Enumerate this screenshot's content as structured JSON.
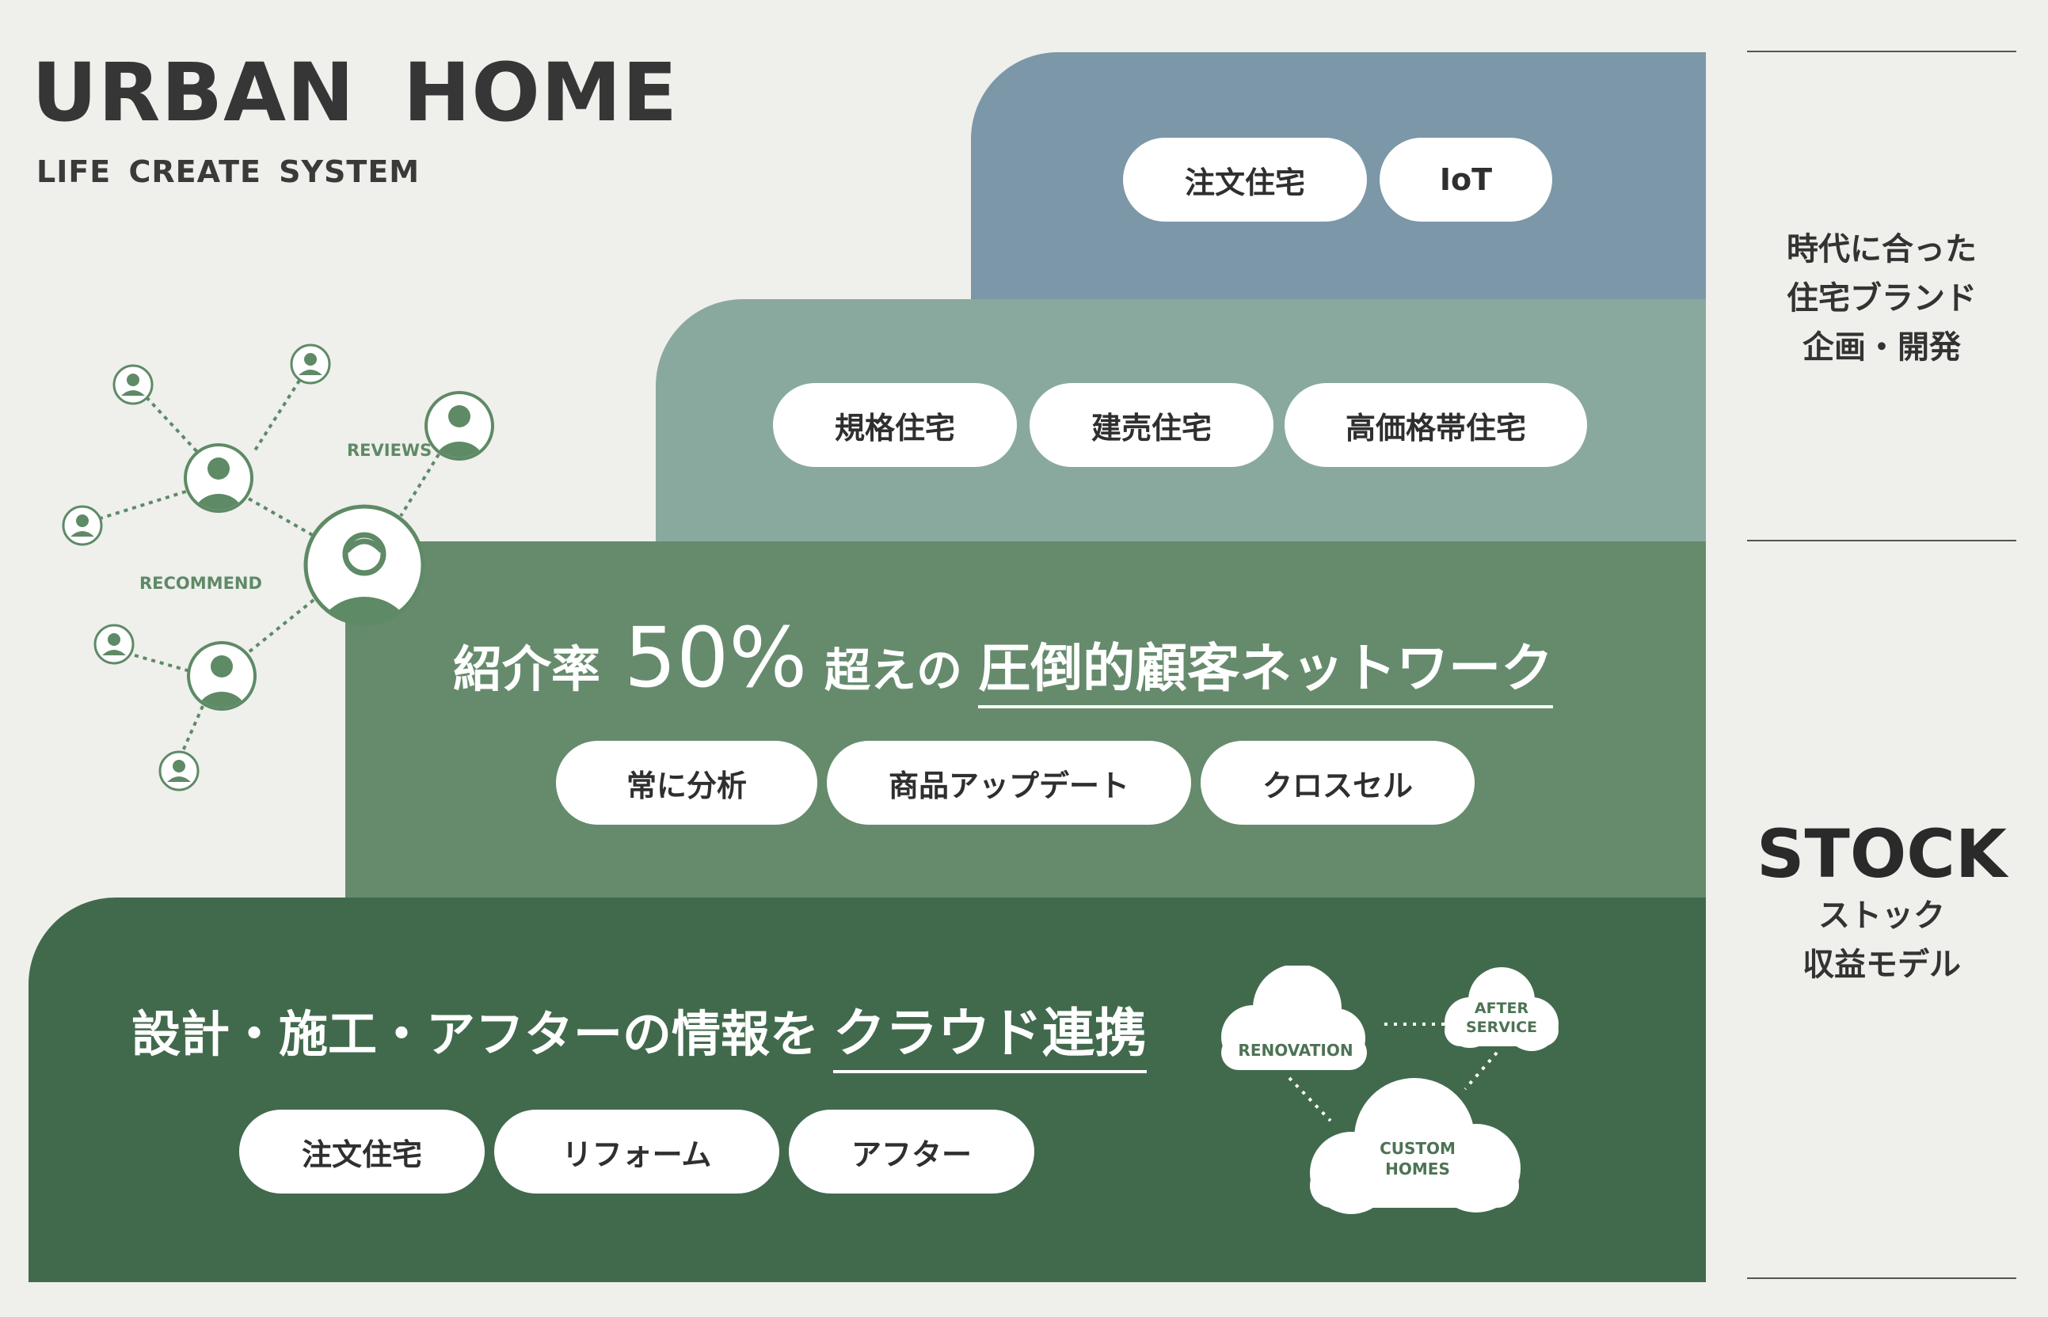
{
  "brand": {
    "title": "URBAN HOME",
    "subtitle": "LIFE CREATE SYSTEM"
  },
  "colors": {
    "background": "#efefec",
    "step4": "#7c97a8",
    "step3": "#89a99f",
    "step2": "#658b6c",
    "step1": "#416a4c",
    "network_green": "#5e8a66"
  },
  "network": {
    "reviews_label": "REVIEWS",
    "recommend_label": "RECOMMEND"
  },
  "step4": {
    "pills": [
      "注文住宅",
      "IoT"
    ]
  },
  "step3": {
    "pills": [
      "規格住宅",
      "建売住宅",
      "高価格帯住宅"
    ]
  },
  "step2": {
    "headline_prefix": "紹介率",
    "headline_number": "50%",
    "headline_middle": "超えの",
    "headline_emphasis": "圧倒的顧客ネットワーク",
    "pills": [
      "常に分析",
      "商品アップデート",
      "クロスセル"
    ]
  },
  "step1": {
    "headline_prefix": "設計・施工・アフターの情報を",
    "headline_emphasis": "クラウド連携",
    "pills": [
      "注文住宅",
      "リフォーム",
      "アフター"
    ],
    "clouds": {
      "renovation": "RENOVATION",
      "after_service_line1": "AFTER",
      "after_service_line2": "SERVICE",
      "custom_homes_line1": "CUSTOM",
      "custom_homes_line2": "HOMES"
    }
  },
  "right_column": {
    "top_line1": "時代に合った",
    "top_line2": "住宅ブランド",
    "top_line3": "企画・開発",
    "stock_title": "STOCK",
    "stock_line1": "ストック",
    "stock_line2": "収益モデル"
  }
}
